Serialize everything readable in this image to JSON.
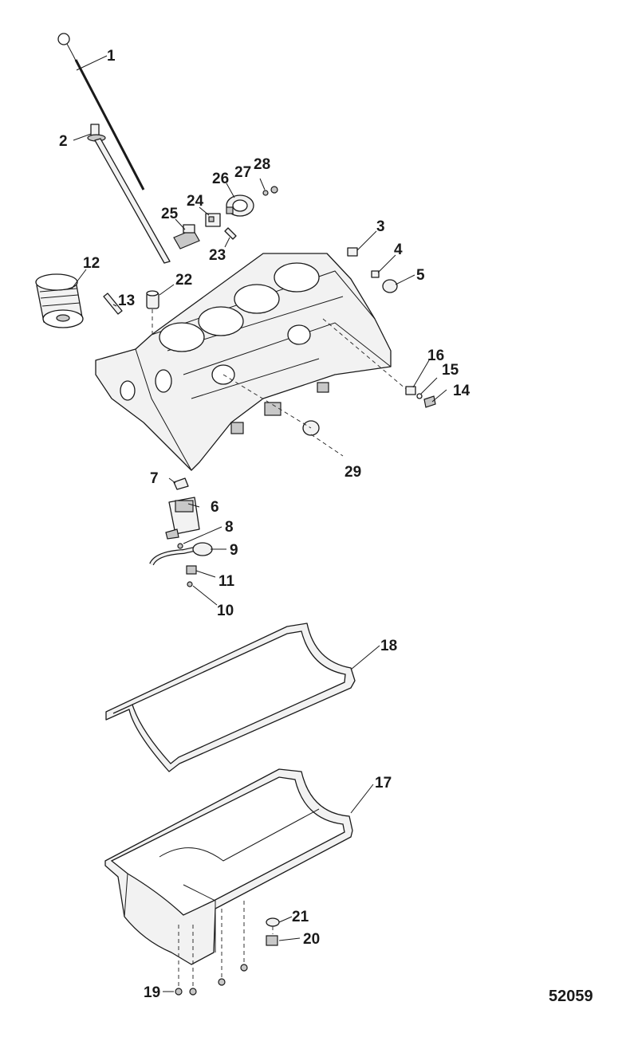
{
  "figure_id": "52059",
  "callouts": [
    {
      "id": "c1",
      "label": "1"
    },
    {
      "id": "c2",
      "label": "2"
    },
    {
      "id": "c3",
      "label": "3"
    },
    {
      "id": "c4",
      "label": "4"
    },
    {
      "id": "c5",
      "label": "5"
    },
    {
      "id": "c6",
      "label": "6"
    },
    {
      "id": "c7",
      "label": "7"
    },
    {
      "id": "c8",
      "label": "8"
    },
    {
      "id": "c9",
      "label": "9"
    },
    {
      "id": "c10",
      "label": "10"
    },
    {
      "id": "c11",
      "label": "11"
    },
    {
      "id": "c12",
      "label": "12"
    },
    {
      "id": "c13",
      "label": "13"
    },
    {
      "id": "c14",
      "label": "14"
    },
    {
      "id": "c15",
      "label": "15"
    },
    {
      "id": "c16",
      "label": "16"
    },
    {
      "id": "c17",
      "label": "17"
    },
    {
      "id": "c18",
      "label": "18"
    },
    {
      "id": "c19",
      "label": "19"
    },
    {
      "id": "c20",
      "label": "20"
    },
    {
      "id": "c21",
      "label": "21"
    },
    {
      "id": "c22",
      "label": "22"
    },
    {
      "id": "c23",
      "label": "23"
    },
    {
      "id": "c24",
      "label": "24"
    },
    {
      "id": "c25",
      "label": "25"
    },
    {
      "id": "c26",
      "label": "26"
    },
    {
      "id": "c27",
      "label": "27"
    },
    {
      "id": "c28",
      "label": "28"
    },
    {
      "id": "c29",
      "label": "29"
    }
  ]
}
